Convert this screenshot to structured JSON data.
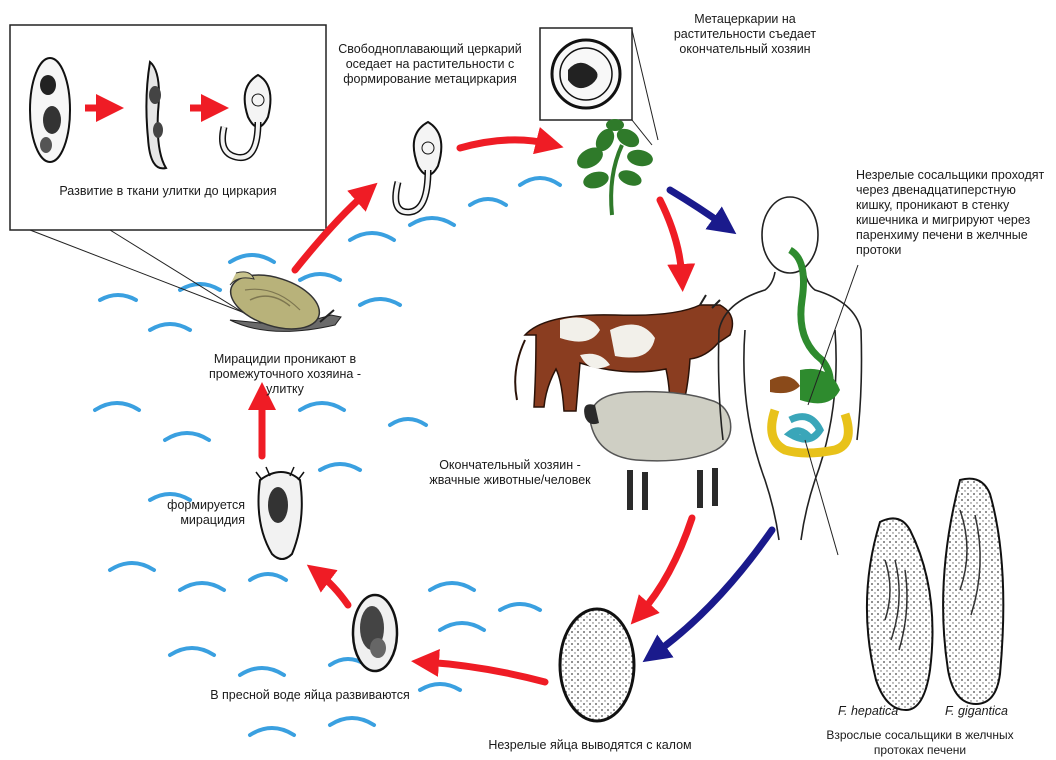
{
  "labels": {
    "cercaria_dev": "Развитие в ткани улитки до циркария",
    "free_cercaria": "Свободноплавающий церкарий оседает на растительности с формирование метациркария",
    "metacercariae": "Метацеркарии на растительности съедает окончательный хозяин",
    "immature_flukes": "Незрелые сосальщики проходят через двенадцатиперстную кишку, проникают в стенку кишечника и мигрируют через паренхиму печени в желчные протоки",
    "miracidia_penetrate": "Мирацидии проникают в промежуточного хозяина - улитку",
    "final_host": "Окончательный хозяин - жвачные животные/человек",
    "miracidium_forms": "формируется мирацидия",
    "eggs_develop": "В пресной воде яйца развиваются",
    "immature_eggs": "Незрелые яйца выводятся с калом",
    "adult_flukes": "Взрослые сосальщики в желчных протоках печени",
    "species_1": "F. hepatica",
    "species_2": "F. gigantica"
  },
  "colors": {
    "arrow_red": "#ef1c25",
    "arrow_blue": "#1a1a8c",
    "water": "#3aa0e0",
    "snail_shell": "#b8b27a",
    "cow_brown": "#8a3d20",
    "sheep_wool": "#cfcfc4",
    "plant_green": "#2f7a2a",
    "gut_green": "#2e8b2e",
    "gut_yellow": "#e8c21a",
    "gut_blue": "#3aa6b9"
  },
  "icons": [
    "snail-icon",
    "cercaria-icon",
    "metacercaria-icon",
    "plant-icon",
    "cow-icon",
    "sheep-icon",
    "human-outline-icon",
    "egg-icon",
    "miracidium-icon",
    "adult-fluke-icon"
  ]
}
